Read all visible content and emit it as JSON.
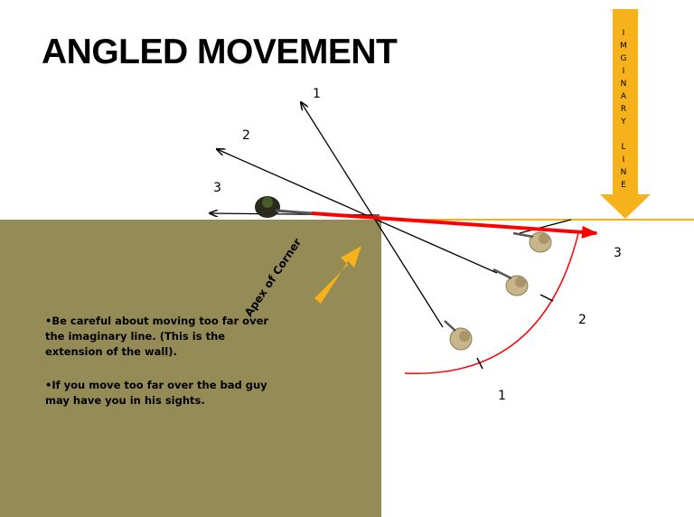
{
  "title": "ANGLED MOVEMENT",
  "notes": [
    "•Be careful about moving too far over the imaginary line. (This is the extension of the wall).",
    "•If you move too far over the bad guy may have you in his sights."
  ],
  "imaginary_line_letters": [
    "I",
    "M",
    "G",
    "I",
    "N",
    "A",
    "R",
    "Y",
    "",
    "L",
    "I",
    "N",
    "E"
  ],
  "apex_label": "Apex of Corner",
  "sight_line_labels": {
    "one": "1",
    "two": "2",
    "three": "3"
  },
  "position_labels": {
    "one": "1",
    "two": "2",
    "three": "3"
  },
  "colors": {
    "wall": "#958b56",
    "imaginary_line": "#f5b21b",
    "sight_arrow": "#ff0000",
    "arc": "#ff0000",
    "soldier_tan": "#c9b58a",
    "soldier_dark": "#2a2a1a"
  }
}
